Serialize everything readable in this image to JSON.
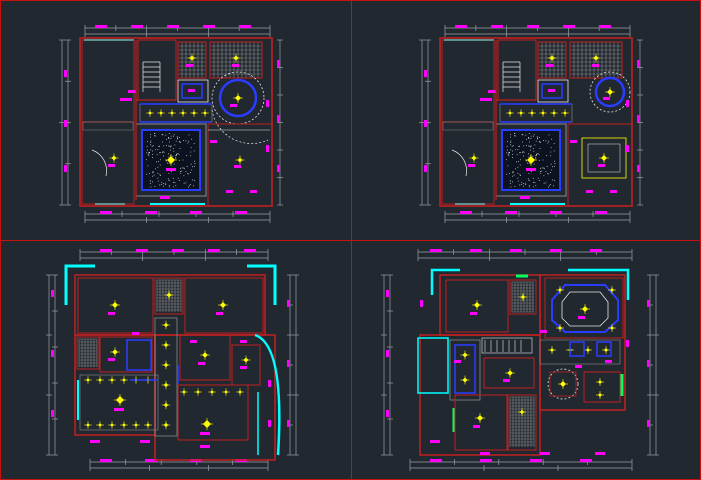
{
  "drawing": {
    "background": "#212830",
    "colors": {
      "frame": "#c81010",
      "wall": "#c02020",
      "dim": "#9aa0a8",
      "tag": "#ff00ff",
      "fixture": "#ffff00",
      "window": "#00ffff",
      "blue": "#2a3cff",
      "green": "#00ff60",
      "white": "#e8e8e8",
      "hatch": "#8a8a8a"
    },
    "viewports": [
      {
        "id": "ceiling-plan-left",
        "icon": "ceiling-plan"
      },
      {
        "id": "ceiling-plan-right",
        "icon": "ceiling-plan"
      },
      {
        "id": "lighting-plan-left",
        "icon": "lighting-plan"
      },
      {
        "id": "lighting-plan-right",
        "icon": "lighting-plan"
      }
    ]
  }
}
